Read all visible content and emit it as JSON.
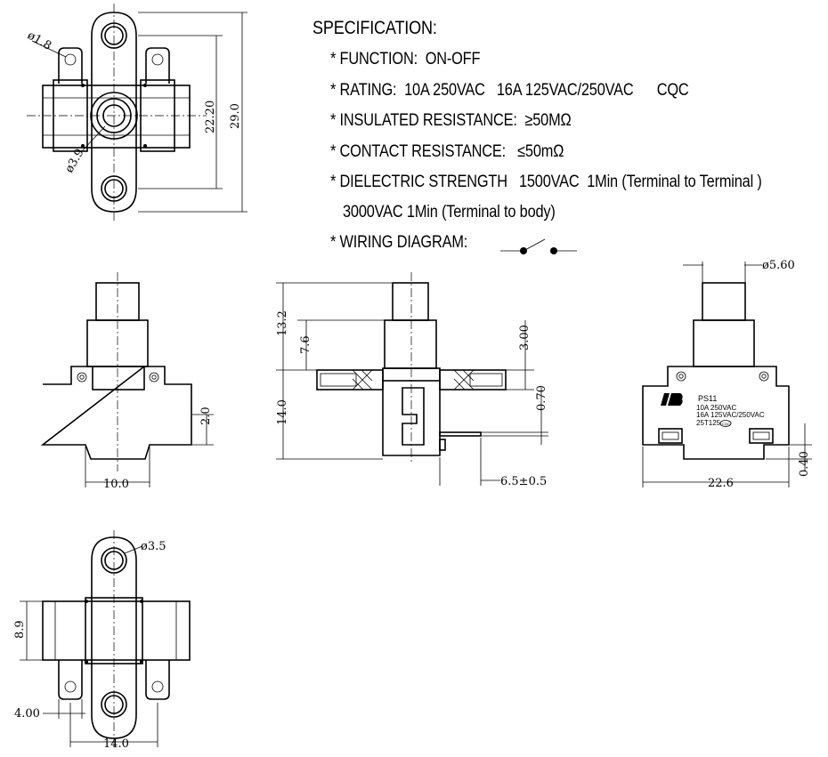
{
  "spec": {
    "title": "SPECIFICATION:",
    "function": "* FUNCTION:  ON-OFF",
    "rating": "* RATING:  10A 250VAC   16A 125VAC/250VAC      CQC",
    "insulated": "* INSULATED RESISTANCE:  ≥50MΩ",
    "contact": "* CONTACT RESISTANCE:   ≤50mΩ",
    "dielectric": "* DIELECTRIC STRENGTH   1500VAC  1Min (Terminal to Terminal )",
    "dielectric2": "3000VAC 1Min (Terminal to body)",
    "wiring": "* WIRING DIAGRAM:"
  },
  "dims": {
    "d18": "ø1.8",
    "d39": "ø3.9",
    "h2220": "22.20",
    "h290": "29.0",
    "w100": "10.0",
    "h20": "2.0",
    "h132": "13.2",
    "h76": "7.6",
    "h140": "14.0",
    "h300": "3.00",
    "h070": "0.70",
    "w65": "6.5±0.5",
    "d560": "ø5.60",
    "w226": "22.6",
    "h040": "0.40",
    "d35": "ø3.5",
    "h89": "8.9",
    "w400": "4.00",
    "w140": "14.0"
  },
  "marking": {
    "model": "PS11",
    "line1": "10A 250VAC",
    "line2": "16A 125VAC/250VAC",
    "line3": "25T125",
    "cert": "CQC"
  }
}
